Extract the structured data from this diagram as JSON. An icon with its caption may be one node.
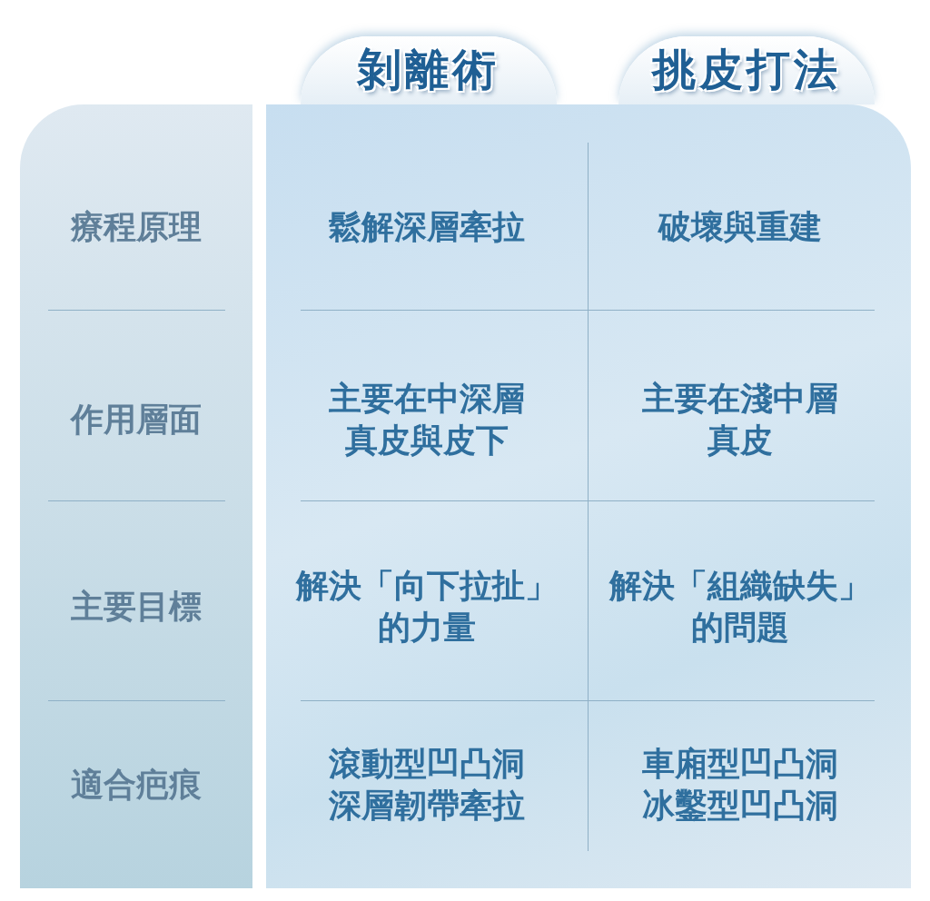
{
  "diagram": {
    "nodes": [
      {
        "text": [
          "剝離術"
        ]
      },
      {
        "text": [
          "挑皮打法"
        ]
      }
    ],
    "edges": [],
    "labels": [
      "療程原理",
      "鬆解深層牽拉",
      "破壞與重建",
      "作用層面",
      "主要在中深層真皮與皮下",
      "主要在淺中層真皮",
      "主要目標",
      "解決「向下拉扯」的力量",
      "解決「組織缺失」的問題",
      "適合疤痕",
      "滾動型凹凸洞深層韌帶牽拉",
      "車廂型凹凸洞冰鑿型凹凸洞"
    ]
  }
}
